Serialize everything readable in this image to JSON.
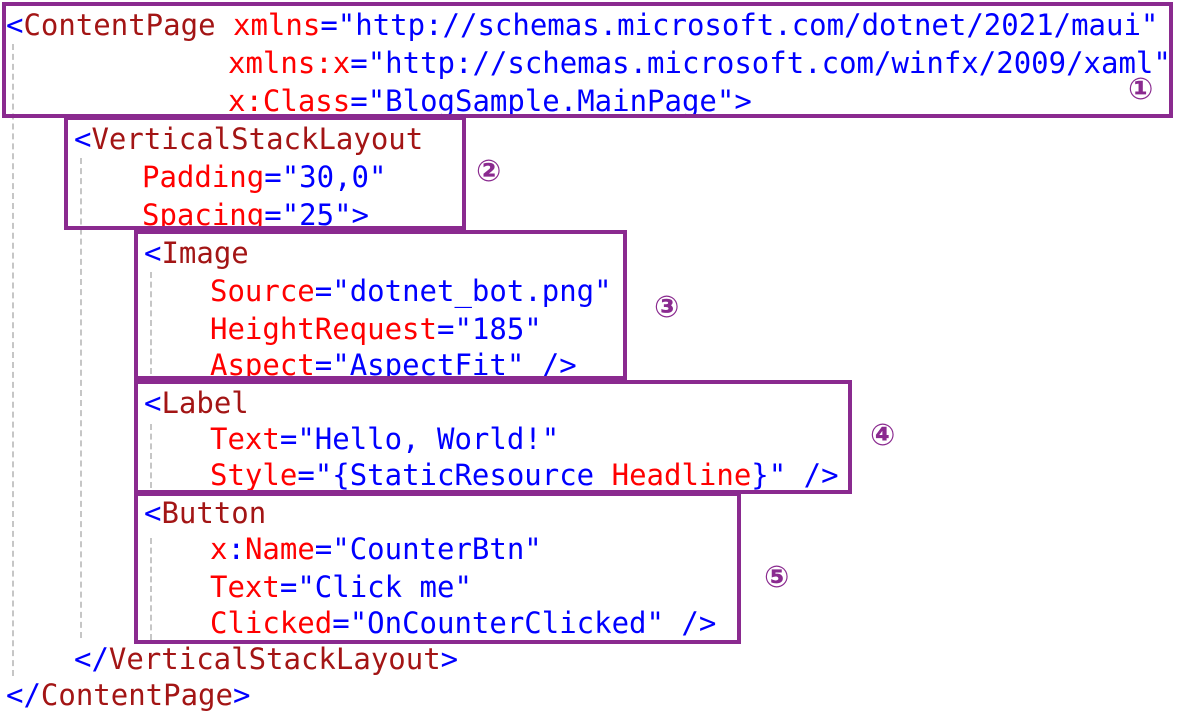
{
  "lines": {
    "l1": {
      "lt": "<",
      "tag": "ContentPage",
      "a1": "xmlns",
      "eq": "=",
      "v1": "\"http://schemas.microsoft.com/dotnet/2021/maui\""
    },
    "l2": {
      "a": "xmlns:x",
      "eq": "=",
      "v": "\"http://schemas.microsoft.com/winfx/2009/xaml\""
    },
    "l3": {
      "a": "x:Class",
      "eq": "=",
      "v": "\"BlogSample.MainPage\"",
      "gt": ">"
    },
    "l4": {
      "lt": "<",
      "tag": "VerticalStackLayout"
    },
    "l5": {
      "a": "Padding",
      "eq": "=",
      "v": "\"30,0\""
    },
    "l6": {
      "a": "Spacing",
      "eq": "=",
      "v": "\"25\"",
      "gt": ">"
    },
    "l7": {
      "lt": "<",
      "tag": "Image"
    },
    "l8": {
      "a": "Source",
      "eq": "=",
      "v": "\"dotnet_bot.png\""
    },
    "l9": {
      "a": "HeightRequest",
      "eq": "=",
      "v": "\"185\""
    },
    "l10": {
      "a": "Aspect",
      "eq": "=",
      "v": "\"AspectFit\"",
      "gt": " />"
    },
    "l11": {
      "lt": "<",
      "tag": "Label"
    },
    "l12": {
      "a": "Text",
      "eq": "=",
      "v": "\"Hello, World!\""
    },
    "l13": {
      "a": "Style",
      "eq": "=",
      "v1": "\"{",
      "v2": "StaticResource",
      "sp": " ",
      "a2": "Headline",
      "v3": "}\"",
      "gt": " />"
    },
    "l14": {
      "lt": "<",
      "tag": "Button"
    },
    "l15": {
      "a1": "x",
      "p": ":",
      "a2": "Name",
      "eq": "=",
      "v": "\"CounterBtn\""
    },
    "l16": {
      "a": "Text",
      "eq": "=",
      "v": "\"Click me\""
    },
    "l17": {
      "a": "Clicked",
      "eq": "=",
      "v": "\"OnCounterClicked\"",
      "gt": " />"
    },
    "l18": {
      "lt": "</",
      "tag": "VerticalStackLayout",
      "gt": ">"
    },
    "l19": {
      "lt": "</",
      "tag": "ContentPage",
      "gt": ">"
    }
  },
  "annotations": [
    "①",
    "②",
    "③",
    "④",
    "⑤"
  ],
  "colors": {
    "tag": "#a31515",
    "attribute": "#ff0000",
    "value": "#0000ff",
    "box": "#8a2a8f"
  }
}
